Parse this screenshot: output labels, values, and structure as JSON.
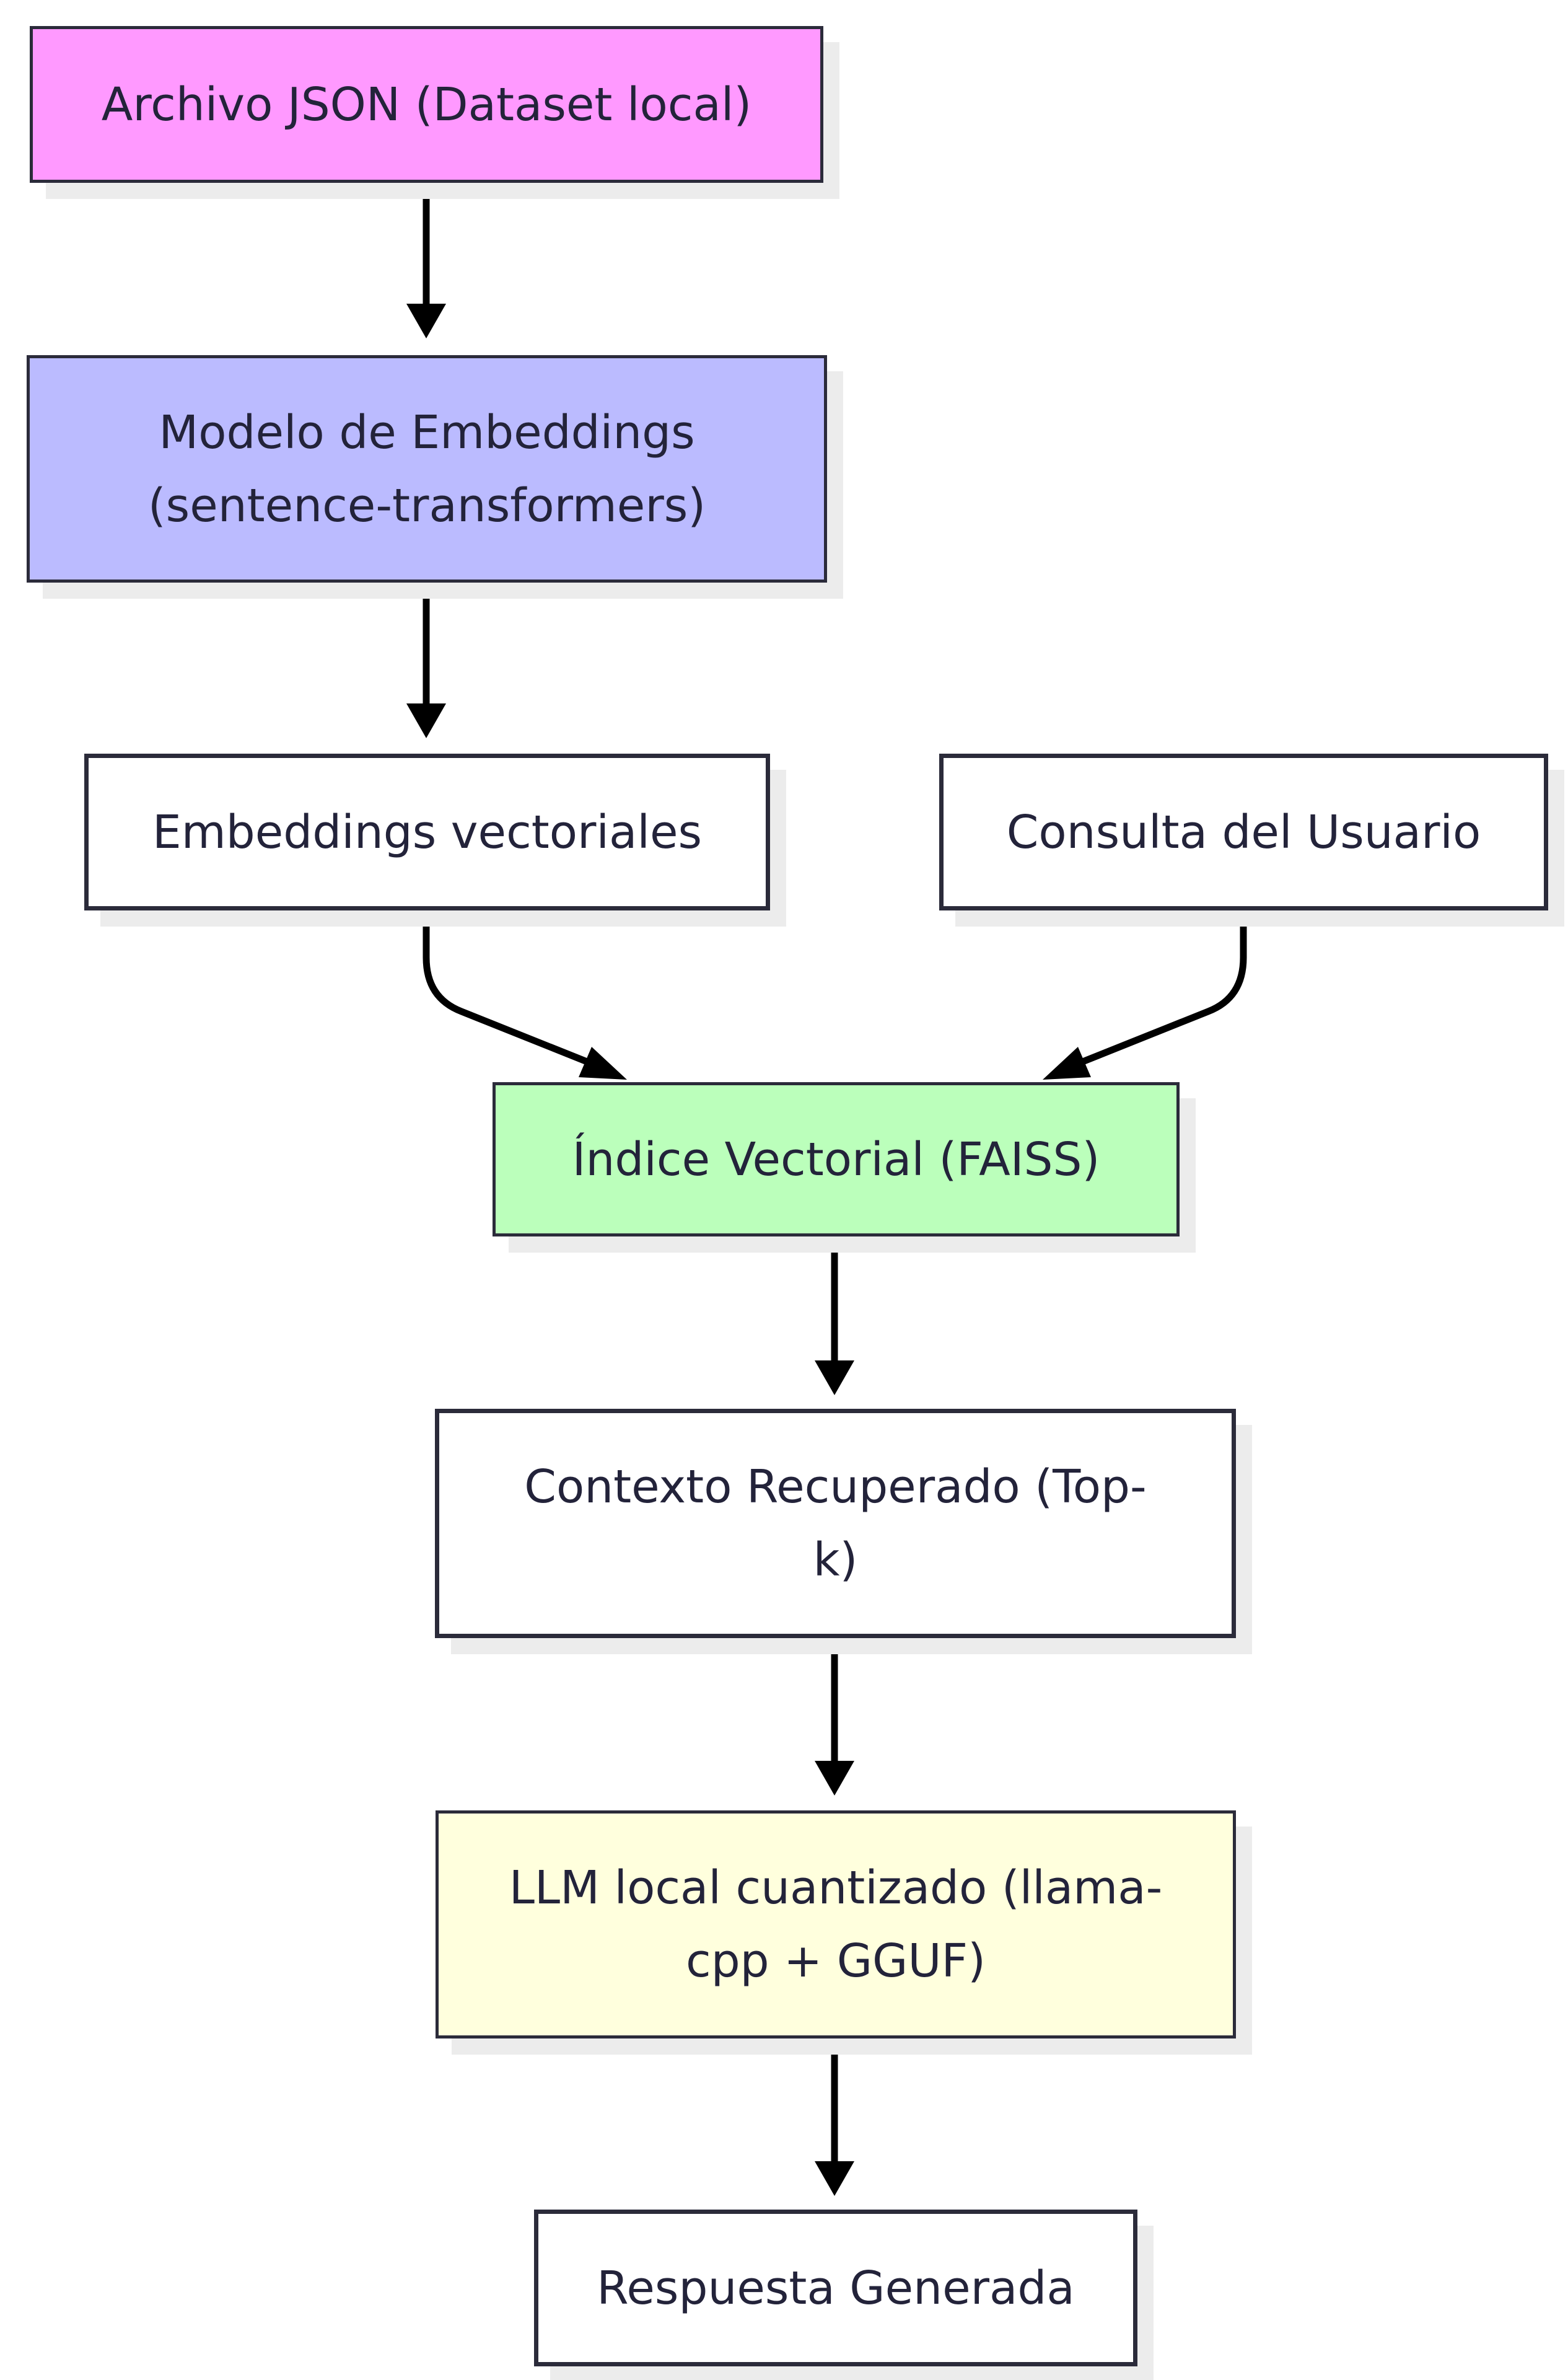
{
  "nodes": {
    "json_file": {
      "label": "Archivo JSON (Dataset local)",
      "fill": "#ff99ff"
    },
    "embedding_model": {
      "label": "Modelo de Embeddings (sentence-transformers)",
      "fill": "#bbbbff"
    },
    "vector_embeddings": {
      "label": "Embeddings vectoriales",
      "fill": "#ffffff"
    },
    "user_query": {
      "label": "Consulta del Usuario",
      "fill": "#ffffff"
    },
    "vector_index": {
      "label": "Índice Vectorial (FAISS)",
      "fill": "#bbffbb"
    },
    "retrieved_context": {
      "label": "Contexto Recuperado (Top-k)",
      "fill": "#ffffff"
    },
    "local_llm": {
      "label": "LLM local cuantizado (llama-cpp + GGUF)",
      "fill": "#ffffdd"
    },
    "generated_response": {
      "label": "Respuesta Generada",
      "fill": "#ffffff"
    }
  },
  "edges": [
    {
      "from": "json_file",
      "to": "embedding_model"
    },
    {
      "from": "embedding_model",
      "to": "vector_embeddings"
    },
    {
      "from": "vector_embeddings",
      "to": "vector_index"
    },
    {
      "from": "user_query",
      "to": "vector_index"
    },
    {
      "from": "vector_index",
      "to": "retrieved_context"
    },
    {
      "from": "retrieved_context",
      "to": "local_llm"
    },
    {
      "from": "local_llm",
      "to": "generated_response"
    }
  ]
}
